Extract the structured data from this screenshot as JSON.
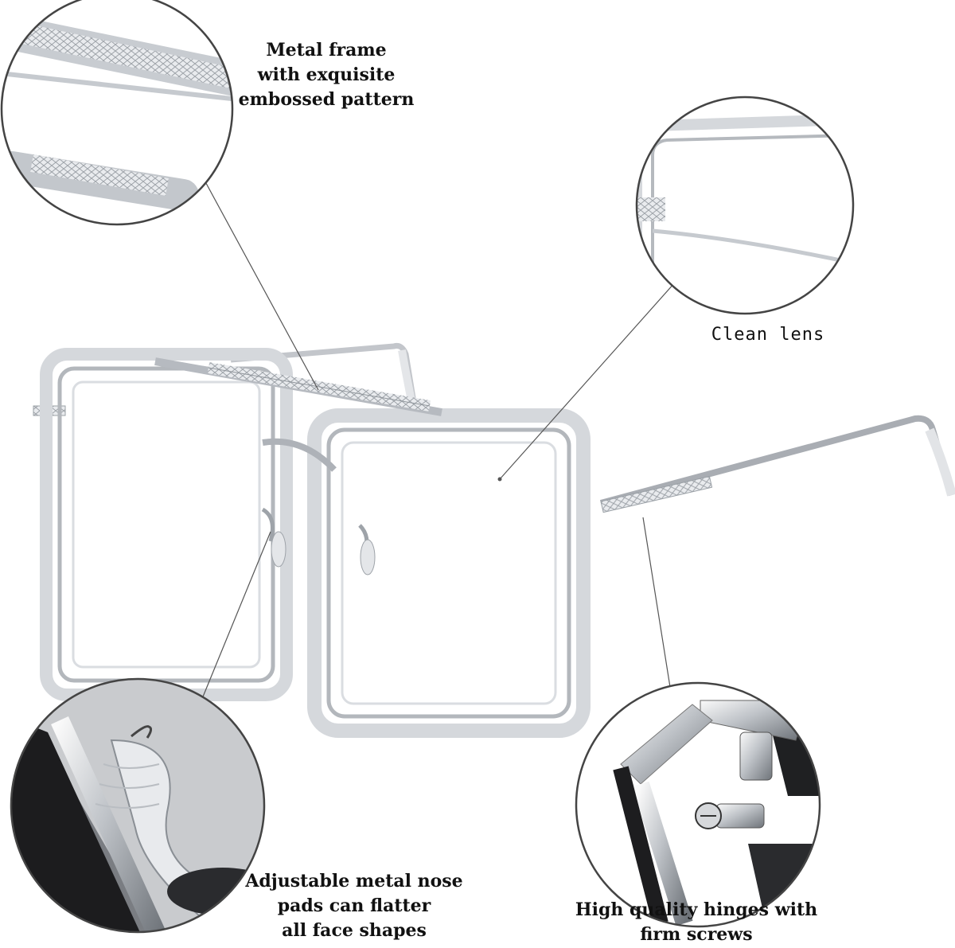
{
  "callouts": {
    "frame": "Metal frame\nwith exquisite\nembossed pattern",
    "lens": "Clean lens",
    "nose_pads": "Adjustable metal nose\npads can flatter\nall face shapes",
    "hinges": "High quality hinges with\nfirm screws"
  },
  "colors": {
    "metal": "#b8bcc2",
    "frame_clear": "#d7dadf",
    "circle": "#444444",
    "text": "#111111"
  }
}
